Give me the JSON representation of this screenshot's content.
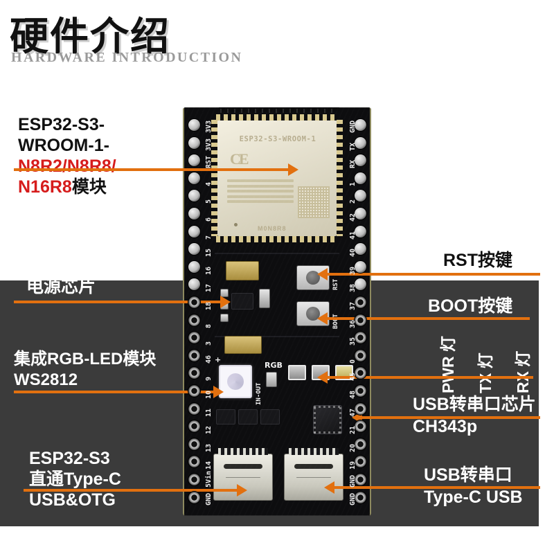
{
  "header": {
    "title_cn": "硬件介绍",
    "title_en": "HARDWARE INTRODUCTION"
  },
  "theme": {
    "accent": "#e2700f",
    "red": "#d61c1c",
    "band_bg": "#3b3b3b",
    "page_bg": "#ffffff",
    "dark_text": "#111111",
    "light_text": "#ffffff"
  },
  "callouts": {
    "module": {
      "line1": "ESP32-S3-",
      "line2": "WROOM-1-",
      "line3": "N8R2/N8R8/",
      "line4_red": "N16R8",
      "line4_rest": "模块"
    },
    "power_chip": "电源芯片",
    "rgb_led": {
      "line1": "集成RGB-LED模块",
      "line2": "WS2812"
    },
    "usb_otg": {
      "line1": "ESP32-S3",
      "line2": "直通Type-C",
      "line3": "USB&OTG"
    },
    "rst_button": "RST按键",
    "boot_button": "BOOT按键",
    "pwr_led": "PWR 灯",
    "tx_led": "TX 灯",
    "rx_led": "RX 灯",
    "usb_serial_chip": {
      "line1": "USB转串口芯片",
      "line2": "CH343p"
    },
    "usb_serial_port": {
      "line1": "USB转串口",
      "line2": "Type-C USB"
    }
  },
  "board": {
    "module_marking": {
      "part": "ESP32-S3-WROOM-1",
      "ce": "CE",
      "code": "M0N8R8"
    },
    "silkscreen": {
      "rst": "RST",
      "boot": "BOOT",
      "rgb": "RGB",
      "in_out": "IN-OUT",
      "plus": "+"
    },
    "left_pins": [
      "3V3",
      "3V3",
      "RST",
      "4",
      "5",
      "6",
      "7",
      "15",
      "16",
      "17",
      "18",
      "8",
      "3",
      "46",
      "9",
      "10",
      "11",
      "12",
      "13",
      "14",
      "5Vin",
      "GND"
    ],
    "right_pins": [
      "GND",
      "TX",
      "RX",
      "1",
      "2",
      "42",
      "41",
      "40",
      "39",
      "38",
      "37",
      "36",
      "35",
      "0",
      "45",
      "48",
      "47",
      "21",
      "20",
      "19",
      "GND",
      "GND"
    ]
  }
}
